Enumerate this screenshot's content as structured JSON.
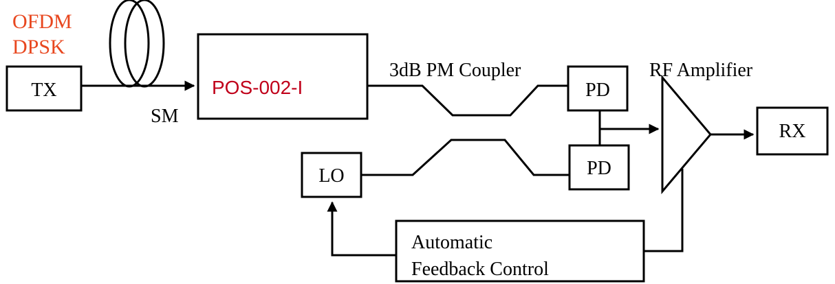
{
  "colors": {
    "line": "#000000",
    "modulation_label": "#e8471f",
    "pos_label": "#c0001a",
    "background": "#ffffff"
  },
  "labels": {
    "ofdm": "OFDM",
    "dpsk": "DPSK",
    "tx": "TX",
    "sm": "SM",
    "pos": "POS-002-I",
    "coupler": "3dB PM Coupler",
    "pd_top": "PD",
    "pd_bottom": "PD",
    "rf_amplifier": "RF Amplifier",
    "rx": "RX",
    "lo": "LO",
    "feedback_line1": "Automatic",
    "feedback_line2": "Feedback Control"
  }
}
